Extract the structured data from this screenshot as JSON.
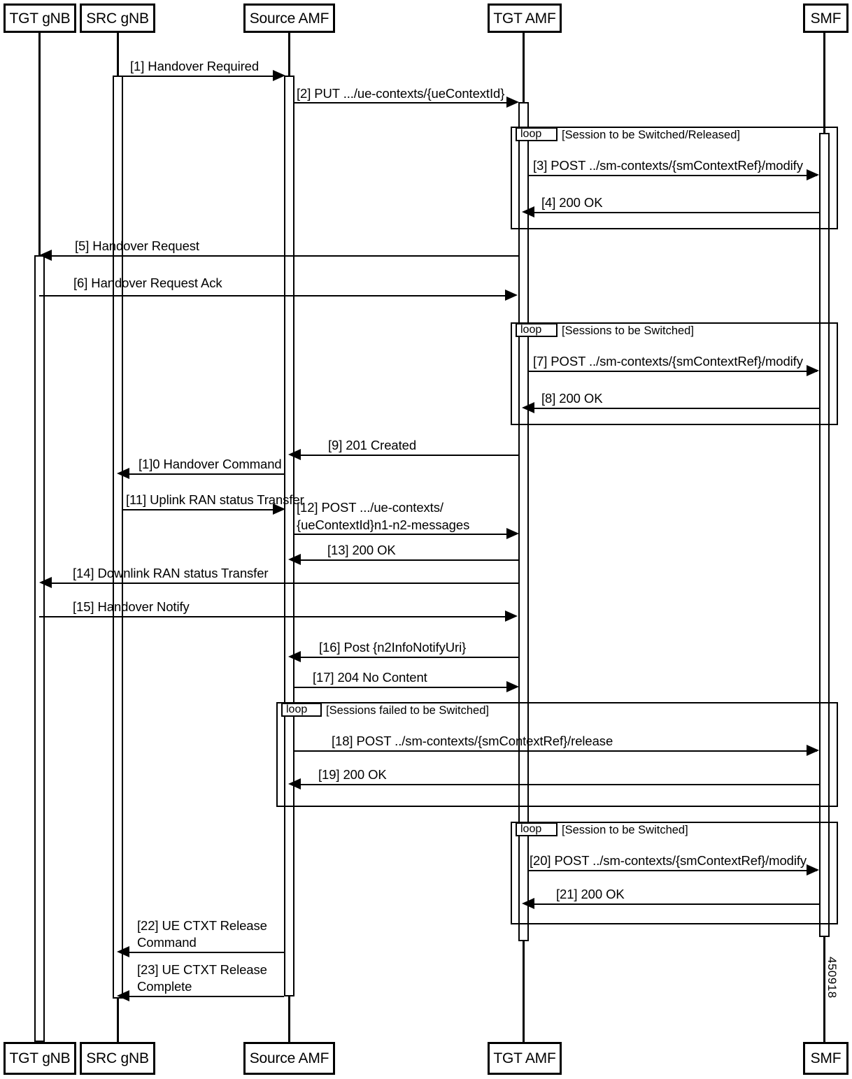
{
  "diagram": {
    "type": "uml-sequence-diagram",
    "figure_id": "450918",
    "participants": [
      {
        "id": "tgt_gnb",
        "label": "TGT gNB"
      },
      {
        "id": "src_gnb",
        "label": "SRC gNB"
      },
      {
        "id": "source_amf",
        "label": "Source AMF"
      },
      {
        "id": "tgt_amf",
        "label": "TGT AMF"
      },
      {
        "id": "smf",
        "label": "SMF"
      }
    ],
    "fragments": [
      {
        "id": "loop1",
        "operator": "loop",
        "guard": "[Session to be Switched/Released]"
      },
      {
        "id": "loop2",
        "operator": "loop",
        "guard": "[Sessions to be Switched]"
      },
      {
        "id": "loop3",
        "operator": "loop",
        "guard": "[Sessions failed to be Switched]"
      },
      {
        "id": "loop4",
        "operator": "loop",
        "guard": "[Session to be Switched]"
      }
    ],
    "messages": [
      {
        "num": "1",
        "label": "[1] Handover Required",
        "from": "src_gnb",
        "to": "source_amf",
        "dir": "right"
      },
      {
        "num": "2",
        "label": "[2] PUT .../ue-contexts/{ueContextId}",
        "from": "source_amf",
        "to": "tgt_amf",
        "dir": "right"
      },
      {
        "num": "3",
        "label": "[3] POST ../sm-contexts/{smContextRef}/modify",
        "from": "tgt_amf",
        "to": "smf",
        "dir": "right"
      },
      {
        "num": "4",
        "label": "[4] 200 OK",
        "from": "smf",
        "to": "tgt_amf",
        "dir": "left"
      },
      {
        "num": "5",
        "label": "[5] Handover Request",
        "from": "tgt_amf",
        "to": "tgt_gnb",
        "dir": "left"
      },
      {
        "num": "6",
        "label": "[6] Handover Request Ack",
        "from": "tgt_gnb",
        "to": "tgt_amf",
        "dir": "right"
      },
      {
        "num": "7",
        "label": "[7] POST ../sm-contexts/{smContextRef}/modify",
        "from": "tgt_amf",
        "to": "smf",
        "dir": "right"
      },
      {
        "num": "8",
        "label": "[8] 200 OK",
        "from": "smf",
        "to": "tgt_amf",
        "dir": "left"
      },
      {
        "num": "9",
        "label": "[9] 201 Created",
        "from": "tgt_amf",
        "to": "source_amf",
        "dir": "left"
      },
      {
        "num": "10",
        "label": "[1]0 Handover Command",
        "from": "source_amf",
        "to": "src_gnb",
        "dir": "left"
      },
      {
        "num": "11",
        "label": "[11] Uplink RAN status Transfer",
        "from": "src_gnb",
        "to": "source_amf",
        "dir": "right"
      },
      {
        "num": "12",
        "label": "[12] POST .../ue-contexts/\n{ueContextId}n1-n2-messages",
        "from": "source_amf",
        "to": "tgt_amf",
        "dir": "right"
      },
      {
        "num": "13",
        "label": "[13] 200 OK",
        "from": "tgt_amf",
        "to": "source_amf",
        "dir": "left"
      },
      {
        "num": "14",
        "label": "[14] Downlink RAN status Transfer",
        "from": "tgt_amf",
        "to": "tgt_gnb",
        "dir": "left"
      },
      {
        "num": "15",
        "label": "[15] Handover Notify",
        "from": "tgt_gnb",
        "to": "tgt_amf",
        "dir": "right"
      },
      {
        "num": "16",
        "label": "[16] Post {n2InfoNotifyUri}",
        "from": "tgt_amf",
        "to": "source_amf",
        "dir": "left"
      },
      {
        "num": "17",
        "label": "[17] 204 No Content",
        "from": "source_amf",
        "to": "tgt_amf",
        "dir": "right"
      },
      {
        "num": "18",
        "label": "[18] POST ../sm-contexts/{smContextRef}/release",
        "from": "source_amf",
        "to": "smf",
        "dir": "right"
      },
      {
        "num": "19",
        "label": "[19] 200 OK",
        "from": "smf",
        "to": "source_amf",
        "dir": "left"
      },
      {
        "num": "20",
        "label": "[20] POST ../sm-contexts/{smContextRef}/modify",
        "from": "tgt_amf",
        "to": "smf",
        "dir": "right"
      },
      {
        "num": "21",
        "label": "[21] 200 OK",
        "from": "smf",
        "to": "tgt_amf",
        "dir": "left"
      },
      {
        "num": "22",
        "label": "[22] UE CTXT Release\nCommand",
        "from": "source_amf",
        "to": "src_gnb",
        "dir": "left"
      },
      {
        "num": "23",
        "label": "[23] UE CTXT Release\nComplete",
        "from": "src_gnb",
        "to": "source_amf",
        "dir": "left"
      }
    ],
    "message_12_line1": "[12] POST .../ue-contexts/",
    "message_12_line2": "{ueContextId}n1-n2-messages",
    "message_22_line1": "[22] UE CTXT Release",
    "message_22_line2": "Command",
    "message_23_line1": "[23] UE CTXT Release",
    "message_23_line2": "Complete",
    "colors": {
      "stroke": "#000000",
      "background": "#ffffff"
    }
  }
}
